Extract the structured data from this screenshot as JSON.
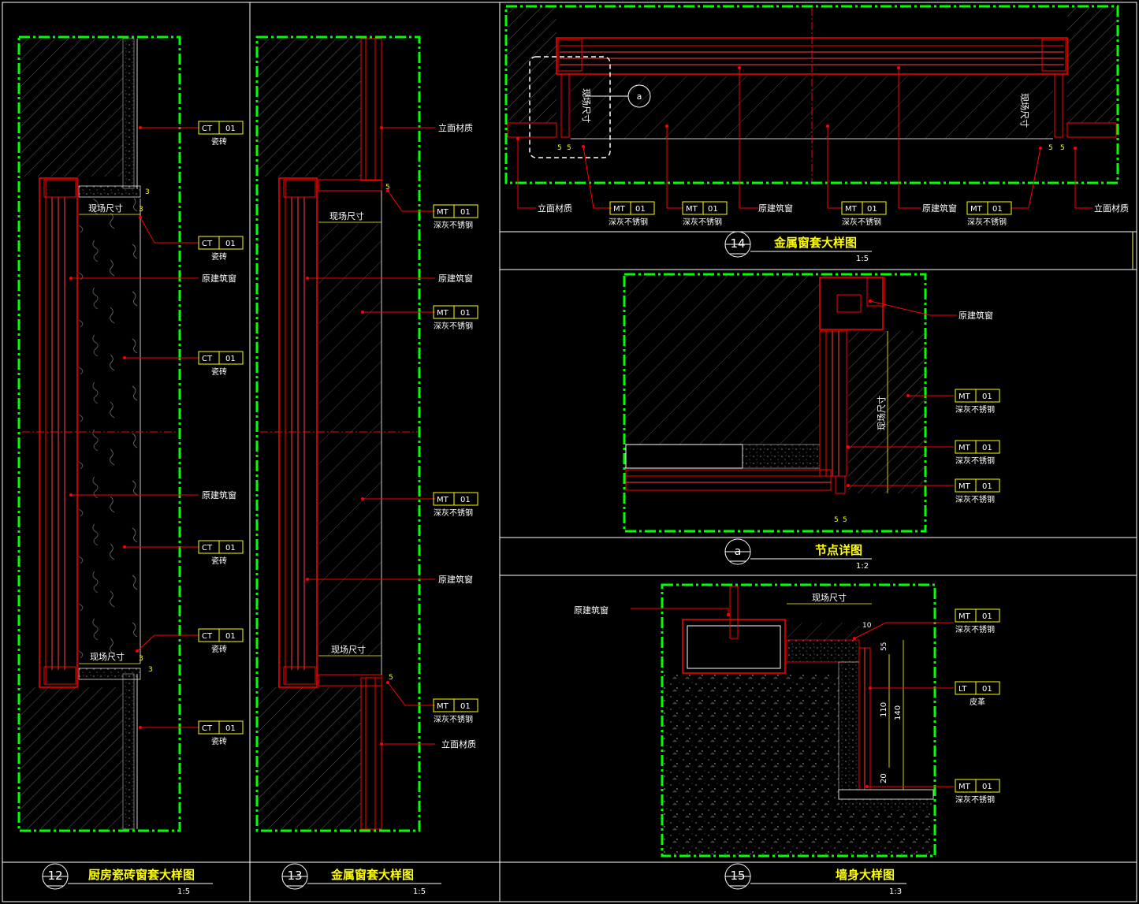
{
  "colors": {
    "background": "#000000",
    "frame": "#ffffff",
    "border": "#00ff00",
    "wall": "#8a8a8a",
    "window": "#ff0000",
    "leader": "#ff0000",
    "label": "#ffff00",
    "note": "#ffffff",
    "hatch": "#6e6e6e"
  },
  "panels": {
    "p12": {
      "number": "12",
      "title": "厨房瓷砖窗套大样图",
      "scale": "1:5",
      "site_size_top": "现场尺寸",
      "site_size_bottom": "现场尺寸",
      "dim_3": "3",
      "callouts": [
        {
          "code": "CT",
          "num": "01",
          "text": "瓷砖"
        },
        {
          "code": "CT",
          "num": "01",
          "text": "瓷砖"
        },
        {
          "code": "",
          "num": "",
          "text": "原建筑窗"
        },
        {
          "code": "CT",
          "num": "01",
          "text": "瓷砖"
        },
        {
          "code": "",
          "num": "",
          "text": "原建筑窗"
        },
        {
          "code": "CT",
          "num": "01",
          "text": "瓷砖"
        },
        {
          "code": "CT",
          "num": "01",
          "text": "瓷砖"
        },
        {
          "code": "CT",
          "num": "01",
          "text": "瓷砖"
        }
      ]
    },
    "p13": {
      "number": "13",
      "title": "金属窗套大样图",
      "scale": "1:5",
      "site_size_top": "现场尺寸",
      "site_size_bottom": "现场尺寸",
      "dim_5": "5",
      "callouts": [
        {
          "code": "",
          "num": "",
          "text": "立面材质"
        },
        {
          "code": "MT",
          "num": "01",
          "text": "深灰不锈钢"
        },
        {
          "code": "",
          "num": "",
          "text": "原建筑窗"
        },
        {
          "code": "MT",
          "num": "01",
          "text": "深灰不锈钢"
        },
        {
          "code": "MT",
          "num": "01",
          "text": "深灰不锈钢"
        },
        {
          "code": "",
          "num": "",
          "text": "原建筑窗"
        },
        {
          "code": "MT",
          "num": "01",
          "text": "深灰不锈钢"
        },
        {
          "code": "",
          "num": "",
          "text": "立面材质"
        }
      ]
    },
    "p14": {
      "number": "14",
      "title": "金属窗套大样图",
      "scale": "1:5",
      "site_size": "现场尺寸",
      "marker": "a",
      "dim_5": "5",
      "callouts": [
        {
          "code": "",
          "num": "",
          "text": "立面材质"
        },
        {
          "code": "MT",
          "num": "01",
          "text": "深灰不锈钢"
        },
        {
          "code": "MT",
          "num": "01",
          "text": "深灰不锈钢"
        },
        {
          "code": "",
          "num": "",
          "text": "原建筑窗"
        },
        {
          "code": "MT",
          "num": "01",
          "text": "深灰不锈钢"
        },
        {
          "code": "",
          "num": "",
          "text": "原建筑窗"
        },
        {
          "code": "MT",
          "num": "01",
          "text": "深灰不锈钢"
        },
        {
          "code": "",
          "num": "",
          "text": "立面材质"
        }
      ]
    },
    "pa": {
      "number": "a",
      "title": "节点详图",
      "scale": "1:2",
      "site_size": "现场尺寸",
      "dim_5": "5",
      "callouts": [
        {
          "code": "",
          "num": "",
          "text": "原建筑窗"
        },
        {
          "code": "MT",
          "num": "01",
          "text": "深灰不锈钢"
        },
        {
          "code": "MT",
          "num": "01",
          "text": "深灰不锈钢"
        },
        {
          "code": "MT",
          "num": "01",
          "text": "深灰不锈钢"
        }
      ]
    },
    "p15": {
      "number": "15",
      "title": "墙身大样图",
      "scale": "1:3",
      "site_size": "现场尺寸",
      "dims": {
        "d10": "10",
        "d55": "55",
        "d110": "110",
        "d140": "140",
        "d20": "20"
      },
      "callouts": [
        {
          "code": "",
          "num": "",
          "text": "原建筑窗"
        },
        {
          "code": "MT",
          "num": "01",
          "text": "深灰不锈钢"
        },
        {
          "code": "LT",
          "num": "01",
          "text": "皮革"
        },
        {
          "code": "MT",
          "num": "01",
          "text": "深灰不锈钢"
        }
      ]
    }
  }
}
